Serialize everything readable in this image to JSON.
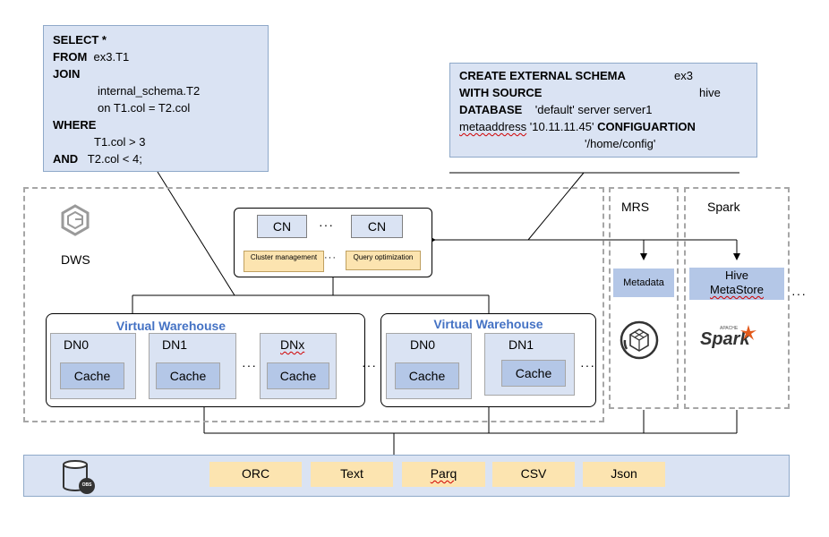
{
  "sql_query": {
    "select_kw": "SELECT",
    "select_val": "*",
    "from_kw": "FROM",
    "from_val": "ex3.T1",
    "join_kw": "JOIN",
    "join_table": "internal_schema.T2",
    "join_on": "on T1.col = T2.col",
    "where_kw": "WHERE",
    "where_cond": "T1.col > 3",
    "and_kw": "AND",
    "and_cond": "T2.col < 4;"
  },
  "schema_stmt": {
    "line1_kw": "CREATE EXTERNAL SCHEMA",
    "line1_val": "ex3",
    "line2_kw": "WITH SOURCE",
    "line2_val": "hive",
    "line3_kw": "DATABASE",
    "line3_val": "'default' server server1",
    "line4_prefix": "metaaddress",
    "line4_val": "'10.11.11.45'",
    "line4_kw": "CONFIGUARTION",
    "line5_val": "'/home/config'"
  },
  "dws": {
    "label": "DWS",
    "cn_left": "CN",
    "cn_right": "CN",
    "cn_dots": "···",
    "cluster_mgmt": "Cluster management",
    "query_opt": "Query optimization",
    "tag_dots": "···",
    "vw_left": {
      "title": "Virtual Warehouse",
      "nodes": [
        {
          "name": "DN0",
          "cache": "Cache"
        },
        {
          "name": "DN1",
          "cache": "Cache"
        },
        {
          "name": "DNx",
          "cache": "Cache"
        }
      ],
      "dots": "···"
    },
    "vw_dots": "···",
    "vw_right": {
      "title": "Virtual Warehouse",
      "nodes": [
        {
          "name": "DN0",
          "cache": "Cache"
        },
        {
          "name": "DN1",
          "cache": "Cache"
        }
      ],
      "dots": "···"
    }
  },
  "mrs": {
    "label": "MRS",
    "metadata": "Metadata"
  },
  "spark": {
    "label": "Spark",
    "hive_line1": "Hive",
    "hive_line2": "MetaStore",
    "logo_small": "APACHE",
    "logo_big": "Spark",
    "dots": "···"
  },
  "storage": {
    "obs_label": "OBS",
    "formats": [
      "ORC",
      "Text",
      "Parq",
      "CSV",
      "Json"
    ]
  },
  "colors": {
    "light_blue": "#dae3f3",
    "mid_blue": "#b4c7e7",
    "accent_blue": "#4472c4",
    "format_tan": "#fce4b0",
    "dashed_gray": "#a6a6a6",
    "spark_orange": "#e25a1c"
  }
}
